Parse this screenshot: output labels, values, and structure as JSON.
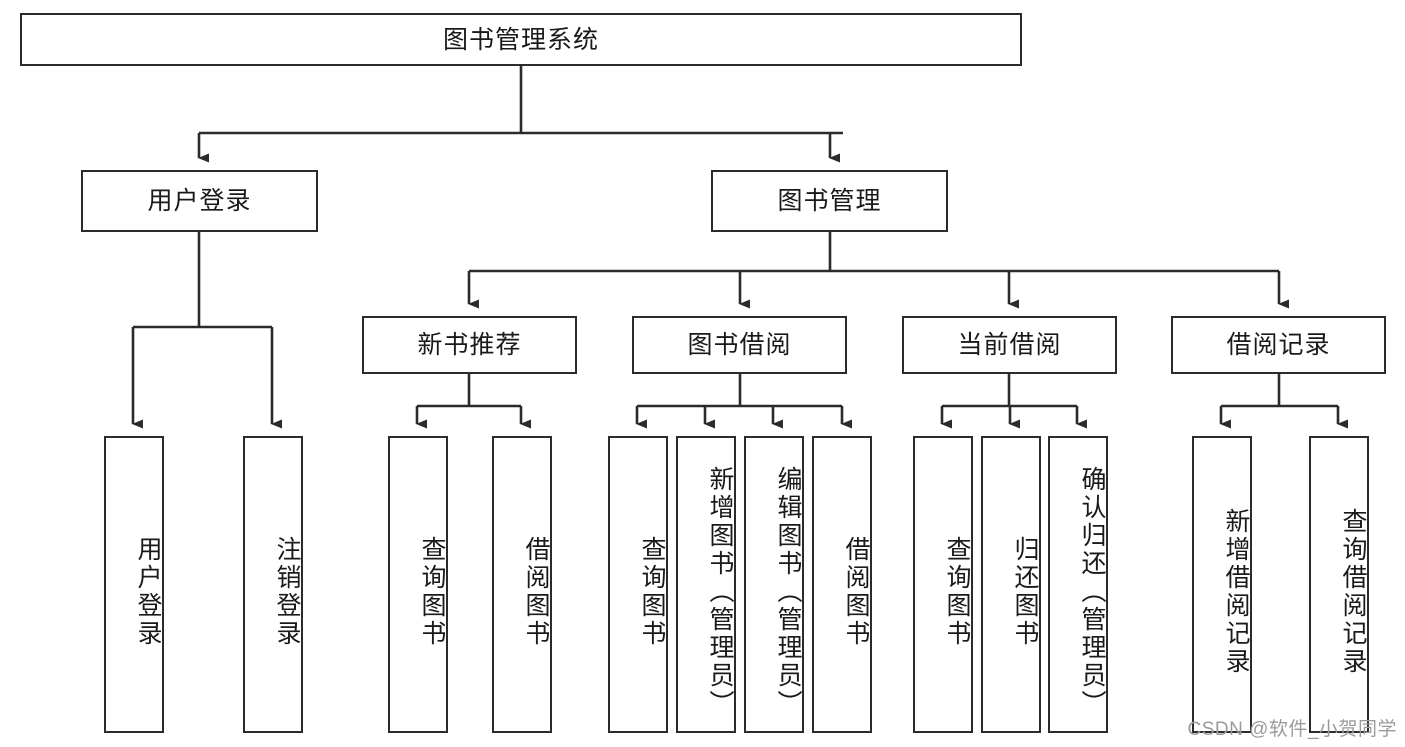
{
  "diagram": {
    "title": "图书管理系统",
    "type": "tree",
    "watermark": "CSDN @软件_小贺同学",
    "accent_color": "#2b2b2b",
    "background_color": "#ffffff",
    "nodes": {
      "root": {
        "label": "图书管理系统",
        "orientation": "horizontal"
      },
      "l1": [
        {
          "label": "用户登录",
          "orientation": "horizontal"
        },
        {
          "label": "图书管理",
          "orientation": "horizontal"
        }
      ],
      "l2": [
        {
          "label": "新书推荐",
          "orientation": "horizontal"
        },
        {
          "label": "图书借阅",
          "orientation": "horizontal"
        },
        {
          "label": "当前借阅",
          "orientation": "horizontal"
        },
        {
          "label": "借阅记录",
          "orientation": "horizontal"
        }
      ],
      "leaves": {
        "user_login": [
          {
            "label": "用户登录",
            "orientation": "vertical"
          },
          {
            "label": "注销登录",
            "orientation": "vertical"
          }
        ],
        "new_book_recommend": [
          {
            "label": "查询图书",
            "orientation": "vertical"
          },
          {
            "label": "借阅图书",
            "orientation": "vertical"
          }
        ],
        "book_borrow": [
          {
            "label": "查询图书",
            "orientation": "vertical"
          },
          {
            "label": "新增图书（管理员）",
            "orientation": "vertical"
          },
          {
            "label": "编辑图书（管理员）",
            "orientation": "vertical"
          },
          {
            "label": "借阅图书",
            "orientation": "vertical"
          }
        ],
        "current_borrow": [
          {
            "label": "查询图书",
            "orientation": "vertical"
          },
          {
            "label": "归还图书",
            "orientation": "vertical"
          },
          {
            "label": "确认归还（管理员）",
            "orientation": "vertical"
          }
        ],
        "borrow_record": [
          {
            "label": "新增借阅记录",
            "orientation": "vertical"
          },
          {
            "label": "查询借阅记录",
            "orientation": "vertical"
          }
        ]
      }
    },
    "edges": [
      {
        "from": "图书管理系统",
        "to": "用户登录"
      },
      {
        "from": "图书管理系统",
        "to": "图书管理"
      },
      {
        "from": "用户登录",
        "to": "用户登录"
      },
      {
        "from": "用户登录",
        "to": "注销登录"
      },
      {
        "from": "图书管理",
        "to": "新书推荐"
      },
      {
        "from": "图书管理",
        "to": "图书借阅"
      },
      {
        "from": "图书管理",
        "to": "当前借阅"
      },
      {
        "from": "图书管理",
        "to": "借阅记录"
      },
      {
        "from": "新书推荐",
        "to": "查询图书"
      },
      {
        "from": "新书推荐",
        "to": "借阅图书"
      },
      {
        "from": "图书借阅",
        "to": "查询图书"
      },
      {
        "from": "图书借阅",
        "to": "新增图书（管理员）"
      },
      {
        "from": "图书借阅",
        "to": "编辑图书（管理员）"
      },
      {
        "from": "图书借阅",
        "to": "借阅图书"
      },
      {
        "from": "当前借阅",
        "to": "查询图书"
      },
      {
        "from": "当前借阅",
        "to": "归还图书"
      },
      {
        "from": "当前借阅",
        "to": "确认归还（管理员）"
      },
      {
        "from": "借阅记录",
        "to": "新增借阅记录"
      },
      {
        "from": "借阅记录",
        "to": "查询借阅记录"
      }
    ]
  }
}
